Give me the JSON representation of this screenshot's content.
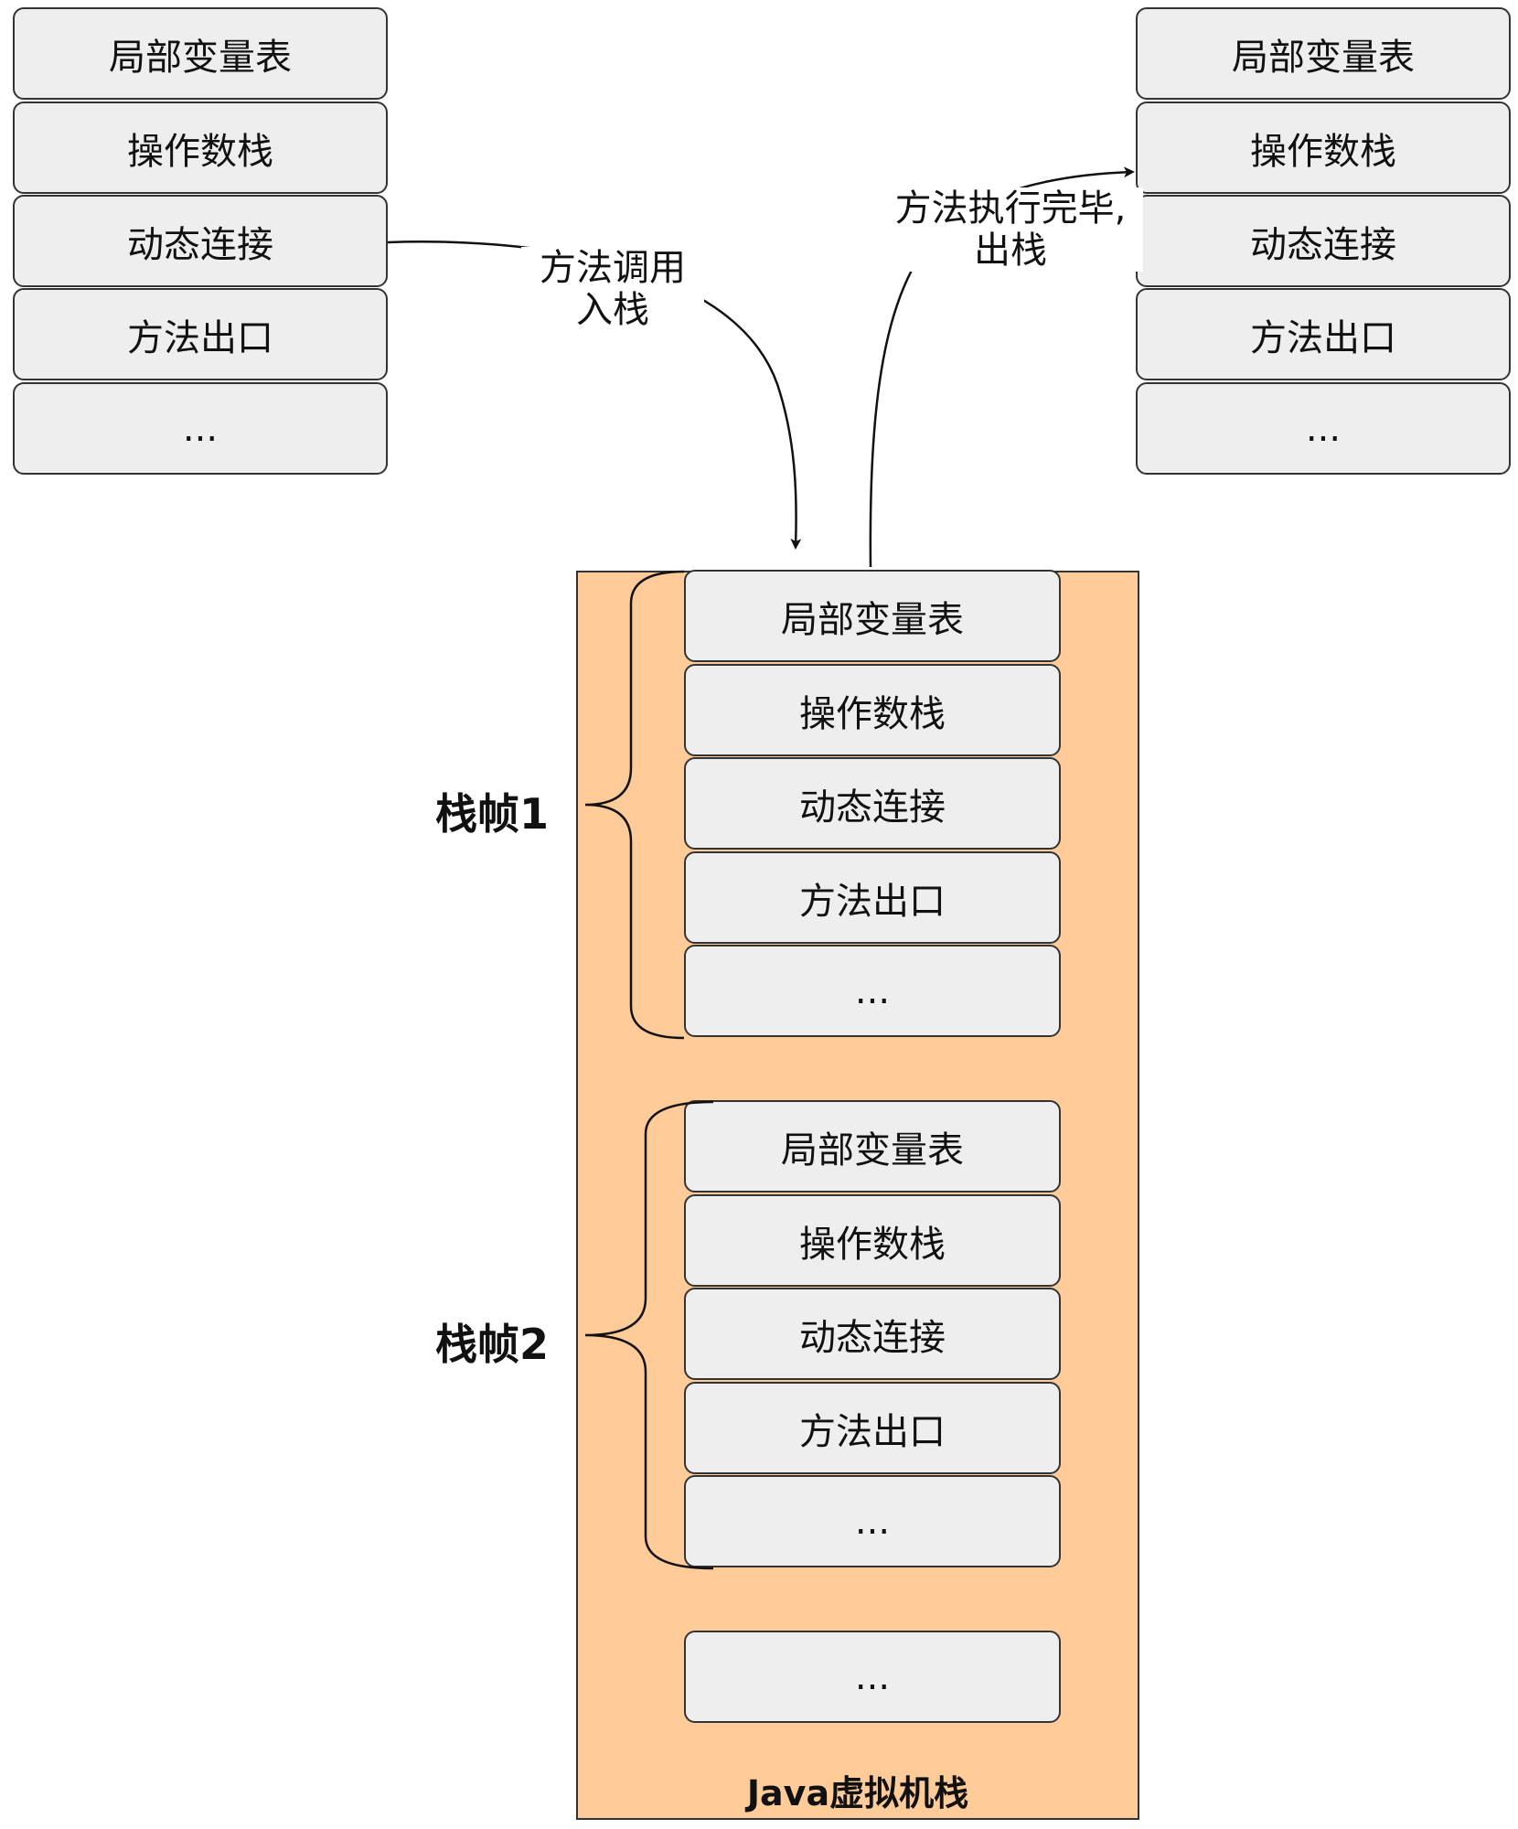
{
  "left_frame": {
    "cells": [
      "局部变量表",
      "操作数栈",
      "动态连接",
      "方法出口",
      "..."
    ]
  },
  "right_frame": {
    "cells": [
      "局部变量表",
      "操作数栈",
      "动态连接",
      "方法出口",
      "..."
    ]
  },
  "stack": {
    "title": "Java虚拟机栈",
    "frames": [
      {
        "label": "栈帧1",
        "cells": [
          "局部变量表",
          "操作数栈",
          "动态连接",
          "方法出口",
          "..."
        ]
      },
      {
        "label": "栈帧2",
        "cells": [
          "局部变量表",
          "操作数栈",
          "动态连接",
          "方法出口",
          "..."
        ]
      }
    ],
    "more": "..."
  },
  "edges": {
    "push": {
      "line1": "方法调用",
      "line2": "入栈"
    },
    "pop": {
      "line1": "方法执行完毕,",
      "line2": "出栈"
    }
  }
}
